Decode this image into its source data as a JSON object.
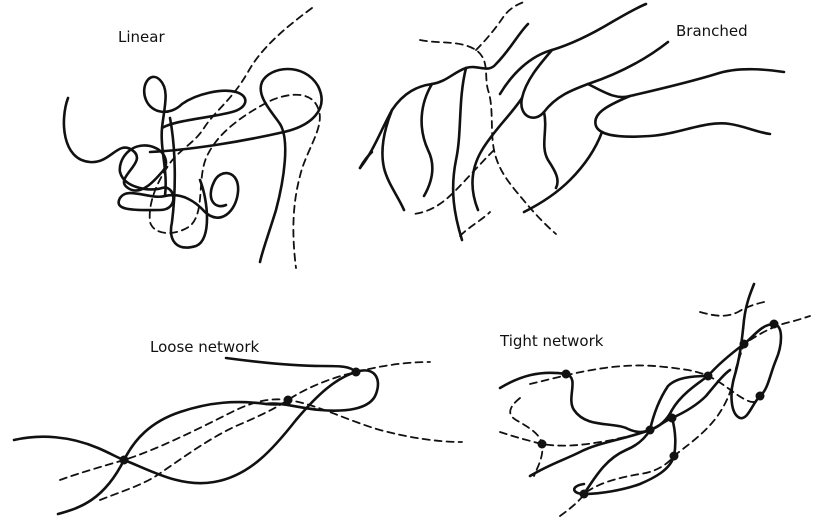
{
  "panels": {
    "linear": {
      "label": "Linear"
    },
    "branched": {
      "label": "Branched"
    },
    "loose_network": {
      "label": "Loose network"
    },
    "tight_network": {
      "label": "Tight network"
    }
  }
}
